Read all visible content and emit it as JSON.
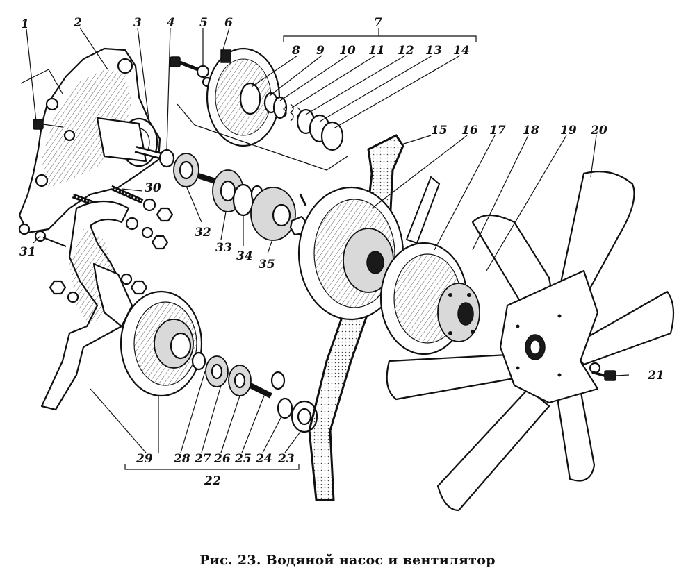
{
  "figure": {
    "caption": "Рис. 23. Водяной насос и вентилятор",
    "callouts": [
      "1",
      "2",
      "3",
      "4",
      "5",
      "6",
      "7",
      "8",
      "9",
      "10",
      "11",
      "12",
      "13",
      "14",
      "15",
      "16",
      "17",
      "18",
      "19",
      "20",
      "21",
      "22",
      "23",
      "24",
      "25",
      "26",
      "27",
      "28",
      "29",
      "30",
      "31",
      "32",
      "33",
      "34",
      "35"
    ],
    "parts": [
      "pump-housing",
      "drive-belt",
      "pump-pulley",
      "fan-hub",
      "fan-blades",
      "fan-pulley",
      "tension-bracket",
      "impeller-plate",
      "shaft",
      "bearings",
      "seal-springs",
      "bolts-and-nuts"
    ]
  }
}
